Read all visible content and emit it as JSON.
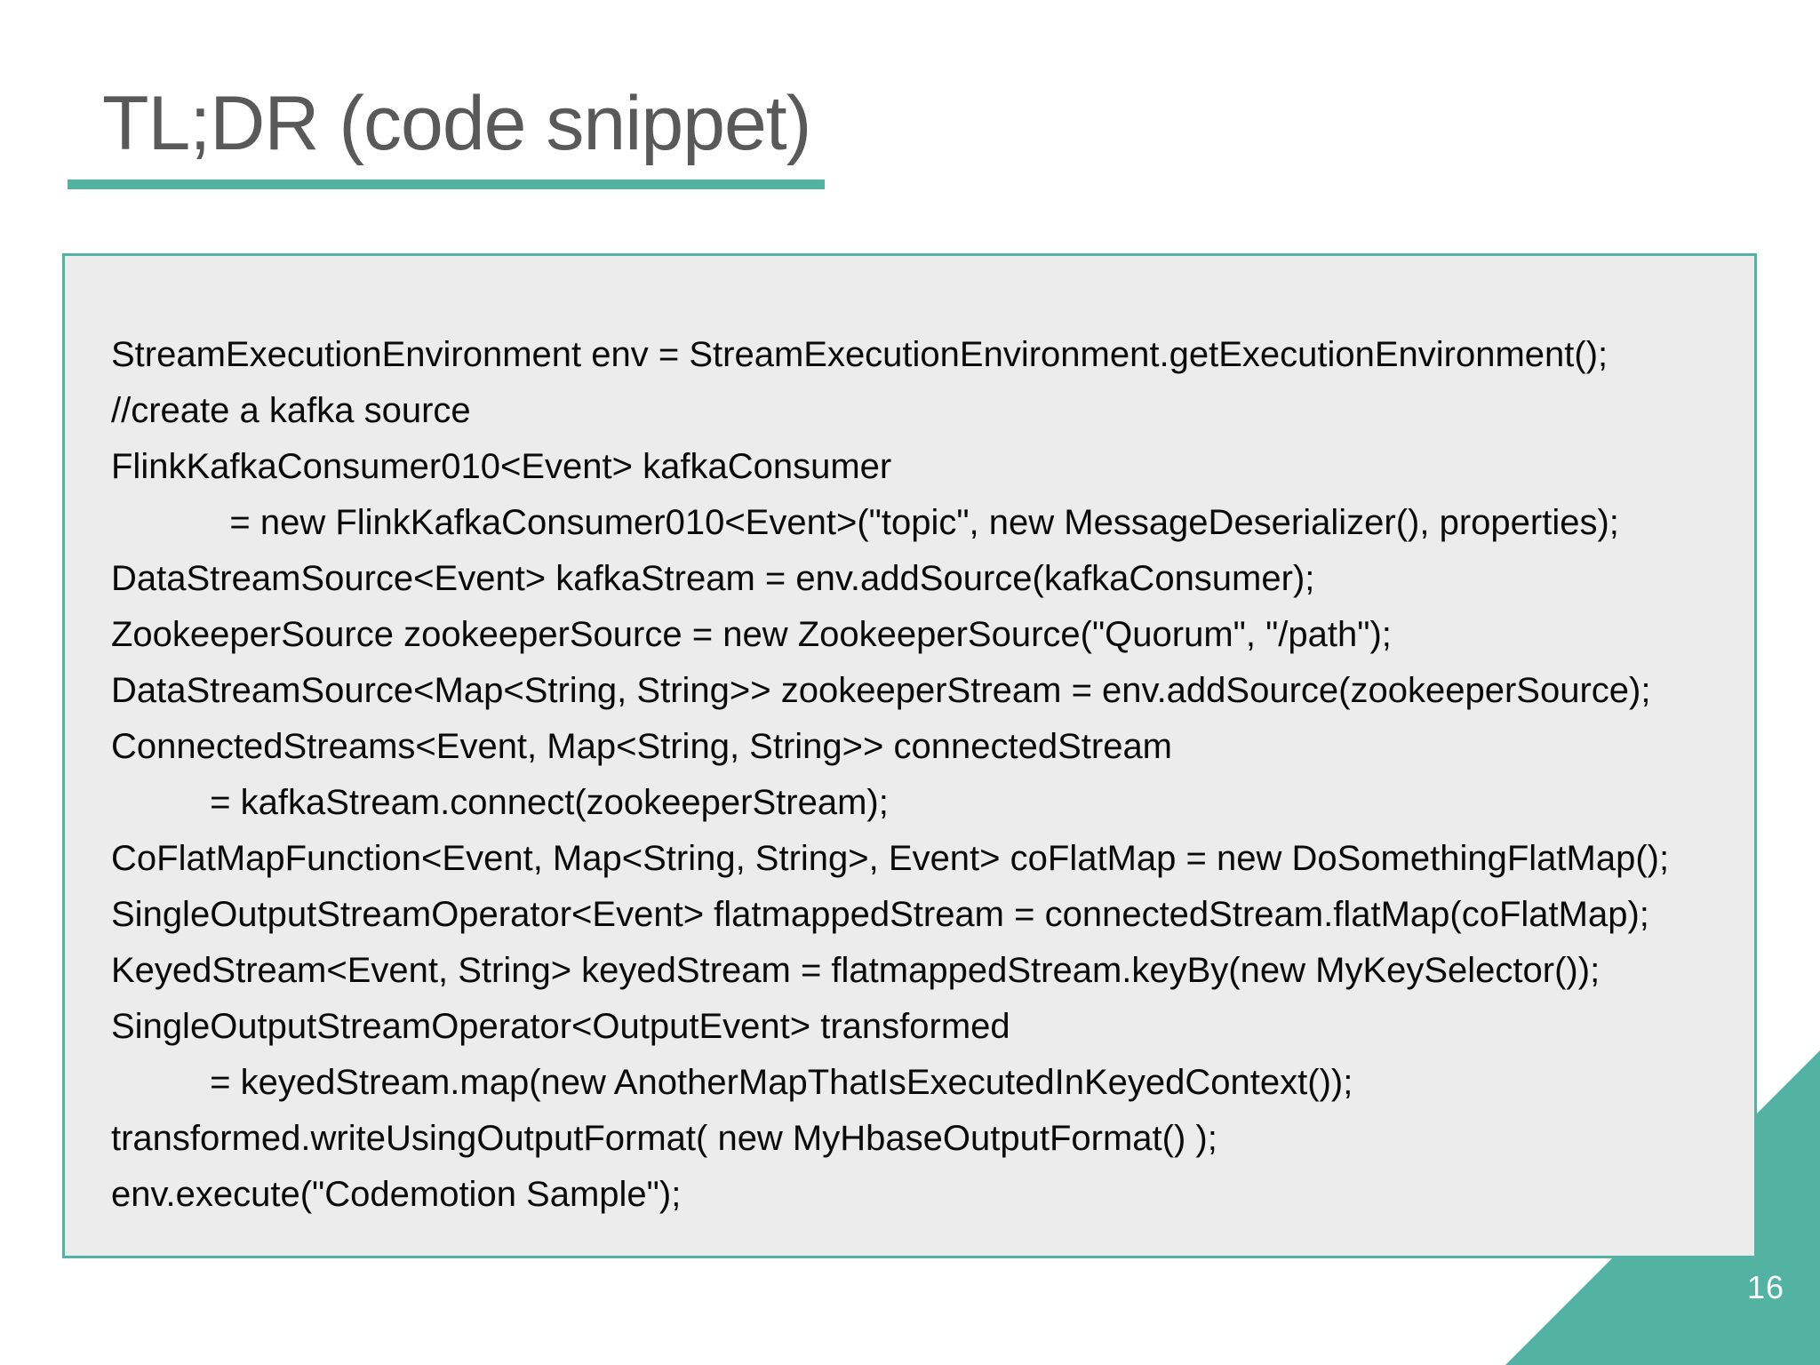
{
  "slide": {
    "title": "TL;DR (code snippet)",
    "page_number": "16"
  },
  "colors": {
    "accent_teal": "#52b3a2",
    "code_box_background": "#ececec",
    "title_gray": "#595959",
    "code_text": "#0a0a0a",
    "page_number_text": "#ffffff"
  },
  "code": {
    "lines": [
      "StreamExecutionEnvironment env = StreamExecutionEnvironment.getExecutionEnvironment();",
      "//create a kafka source",
      "FlinkKafkaConsumer010<Event> kafkaConsumer",
      "            = new FlinkKafkaConsumer010<Event>(\"topic\", new MessageDeserializer(), properties);",
      "DataStreamSource<Event> kafkaStream = env.addSource(kafkaConsumer);",
      "ZookeeperSource zookeeperSource = new ZookeeperSource(\"Quorum\", \"/path\");",
      "DataStreamSource<Map<String, String>> zookeeperStream = env.addSource(zookeeperSource);",
      "ConnectedStreams<Event, Map<String, String>> connectedStream",
      "          = kafkaStream.connect(zookeeperStream);",
      "CoFlatMapFunction<Event, Map<String, String>, Event> coFlatMap = new DoSomethingFlatMap();",
      "SingleOutputStreamOperator<Event> flatmappedStream = connectedStream.flatMap(coFlatMap);",
      "KeyedStream<Event, String> keyedStream = flatmappedStream.keyBy(new MyKeySelector());",
      "SingleOutputStreamOperator<OutputEvent> transformed",
      "          = keyedStream.map(new AnotherMapThatIsExecutedInKeyedContext());",
      "transformed.writeUsingOutputFormat( new MyHbaseOutputFormat() );",
      "env.execute(\"Codemotion Sample\");"
    ]
  }
}
